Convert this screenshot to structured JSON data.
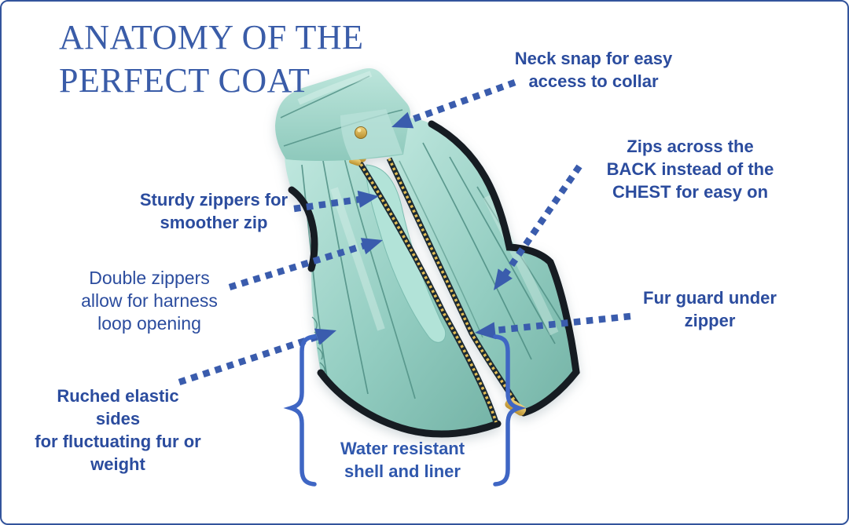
{
  "title": {
    "lines": [
      "ANATOMY OF THE",
      "PERFECT COAT"
    ]
  },
  "labels": {
    "neck_snap": {
      "lines": [
        "Neck snap for easy",
        "access to collar"
      ]
    },
    "zips_back": {
      "lines": [
        "Zips across the",
        "BACK instead of the",
        "CHEST for easy on"
      ]
    },
    "sturdy_zippers": {
      "lines": [
        "Sturdy zippers for",
        "smoother zip"
      ]
    },
    "double_zippers": {
      "lines": [
        "Double zippers",
        "allow for harness",
        "loop opening"
      ]
    },
    "fur_guard": {
      "lines": [
        "Fur guard under",
        "zipper"
      ]
    },
    "ruched_sides": {
      "lines": [
        "Ruched elastic",
        "sides",
        "for fluctuating fur or",
        "weight"
      ]
    },
    "water_resistant": {
      "lines": [
        "Water resistant",
        "shell and liner"
      ]
    }
  },
  "colors": {
    "frame_border": "#33549c",
    "title_text": "#3a5ca8",
    "label_text": "#2b4c9e",
    "arrow": "#3a5cad",
    "brace": "#3f66c4",
    "coat_fabric": "#9fd2c8",
    "coat_trim": "#161c24",
    "zipper_gold": "#c9a23f"
  }
}
